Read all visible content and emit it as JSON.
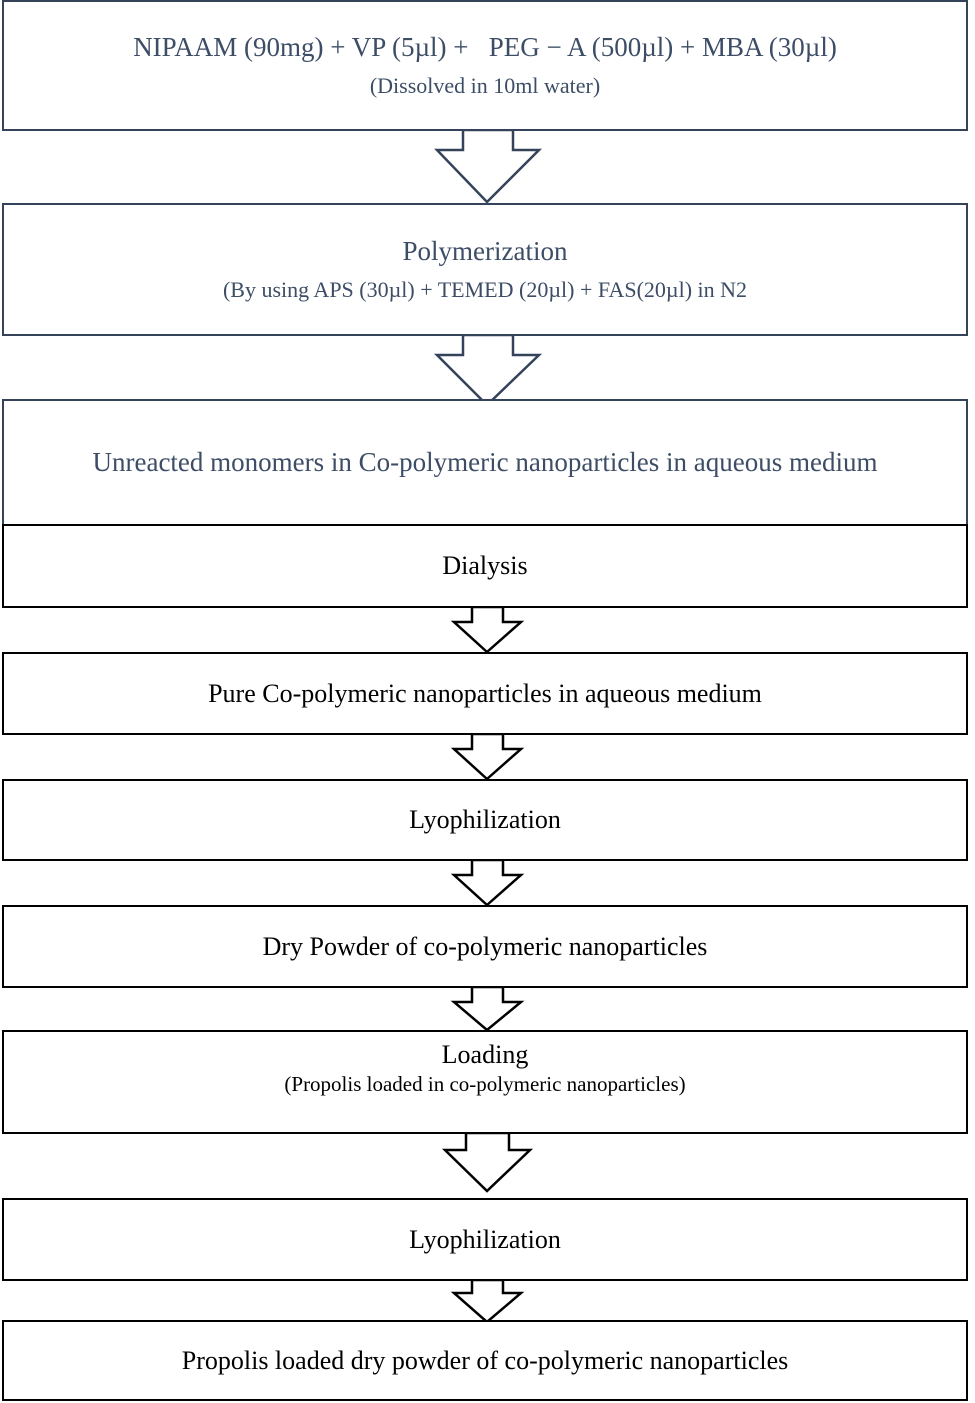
{
  "steps": [
    {
      "title": "NIPAAM (90mg) + VP (5µl) +   PEG − A (500µl) + MBA (30µl)",
      "subtitle": "(Dissolved in 10ml water)"
    },
    {
      "title": "Polymerization",
      "subtitle": "(By using APS (30µl) + TEMED (20µl) + FAS(20µl) in N2"
    },
    {
      "title": "Unreacted monomers in Co-polymeric nanoparticles in aqueous medium"
    },
    {
      "title": "Dialysis"
    },
    {
      "title": "Pure Co-polymeric nanoparticles in aqueous medium"
    },
    {
      "title": "Lyophilization"
    },
    {
      "title": "Dry Powder of co-polymeric nanoparticles"
    },
    {
      "title": "Loading",
      "subtitle": "(Propolis loaded in co-polymeric nanoparticles)"
    },
    {
      "title": "Lyophilization"
    },
    {
      "title": "Propolis loaded dry powder of co-polymeric nanoparticles"
    }
  ],
  "colors": {
    "slate": "#34435a",
    "black": "#000000"
  }
}
